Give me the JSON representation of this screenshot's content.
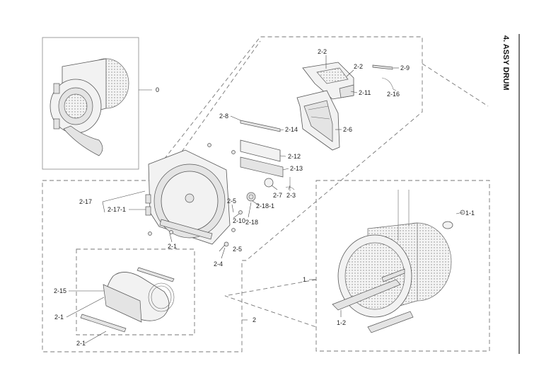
{
  "title": "4. ASSY DRUM",
  "labels": {
    "l0": "0",
    "l1": "1",
    "l1_1": "1-1",
    "l1_2": "1-2",
    "l2": "2",
    "l2_1a": "2-1",
    "l2_1b": "2-1",
    "l2_1c": "2-1",
    "l2_2a": "2-2",
    "l2_2b": "2-2",
    "l2_3": "2-3",
    "l2_4": "2-4",
    "l2_5a": "2-5",
    "l2_5b": "2-5",
    "l2_6": "2-6",
    "l2_7": "2-7",
    "l2_8": "2-8",
    "l2_9": "2-9",
    "l2_10": "2-10",
    "l2_11": "2-11",
    "l2_12": "2-12",
    "l2_13": "2-13",
    "l2_14": "2-14",
    "l2_15": "2-15",
    "l2_16": "2-16",
    "l2_17": "2-17",
    "l2_17_1": "2-17-1",
    "l2_18": "2-18",
    "l2_18_1": "2-18-1"
  },
  "colors": {
    "line": "#555555",
    "dash": "#777777",
    "text": "#222222"
  }
}
